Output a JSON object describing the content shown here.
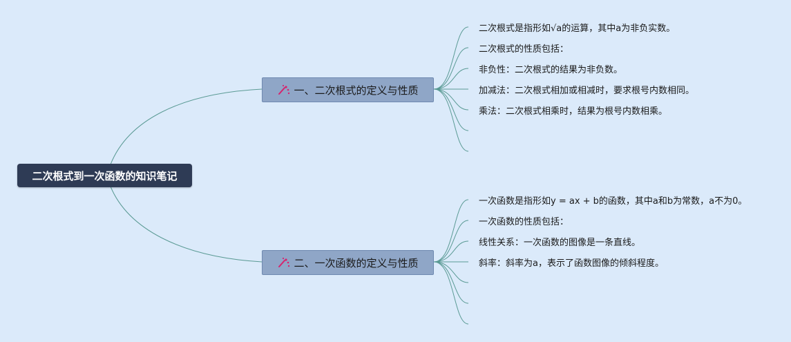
{
  "root": {
    "label": "二次根式到一次函数的知识笔记"
  },
  "branches": [
    {
      "label": "一、二次根式的定义与性质",
      "icon": "sparkle-icon",
      "leaves": [
        "二次根式是指形如√a的运算，其中a为非负实数。",
        "二次根式的性质包括：",
        "非负性：二次根式的结果为非负数。",
        "加减法：二次根式相加或相减时，要求根号内数相同。",
        "乘法：二次根式相乘时，结果为根号内数相乘。",
        "",
        ""
      ]
    },
    {
      "label": "二、一次函数的定义与性质",
      "icon": "sparkle-icon",
      "leaves": [
        "一次函数是指形如y = ax + b的函数，其中a和b为常数，a不为0。",
        "一次函数的性质包括：",
        "线性关系：一次函数的图像是一条直线。",
        "斜率：斜率为a，表示了函数图像的倾斜程度。",
        "",
        "",
        ""
      ]
    }
  ],
  "colors": {
    "background": "#dbeafa",
    "root_fill": "#2e3b55",
    "branch_fill": "#8fa6c7",
    "connector": "#5a9a94",
    "icon_accent": "#d6246e"
  }
}
